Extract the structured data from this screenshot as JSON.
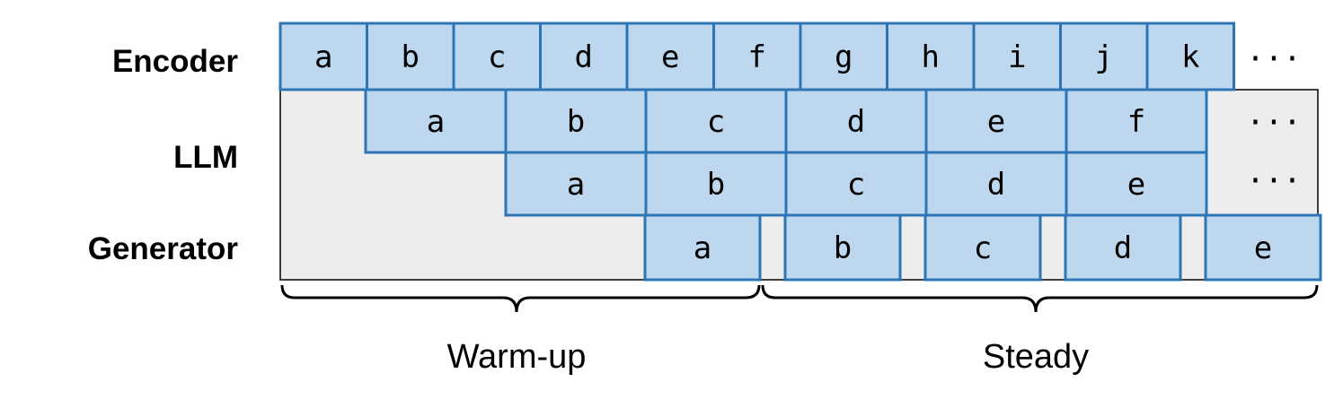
{
  "rows": {
    "encoder_label": "Encoder",
    "llm_label": "LLM",
    "generator_label": "Generator"
  },
  "encoder_blocks": [
    "a",
    "b",
    "c",
    "d",
    "e",
    "f",
    "g",
    "h",
    "i",
    "j",
    "k"
  ],
  "llm_row1_blocks": [
    "a",
    "b",
    "c",
    "d",
    "e",
    "f"
  ],
  "llm_row2_blocks": [
    "a",
    "b",
    "c",
    "d",
    "e"
  ],
  "generator_blocks": [
    "a",
    "b",
    "c",
    "d",
    "e"
  ],
  "ellipsis": "···",
  "phases": {
    "warmup_label": "Warm-up",
    "steady_label": "Steady"
  },
  "colors": {
    "block_fill": "#bdd7ee",
    "block_stroke": "#2e75b6",
    "background": "#ededed"
  }
}
